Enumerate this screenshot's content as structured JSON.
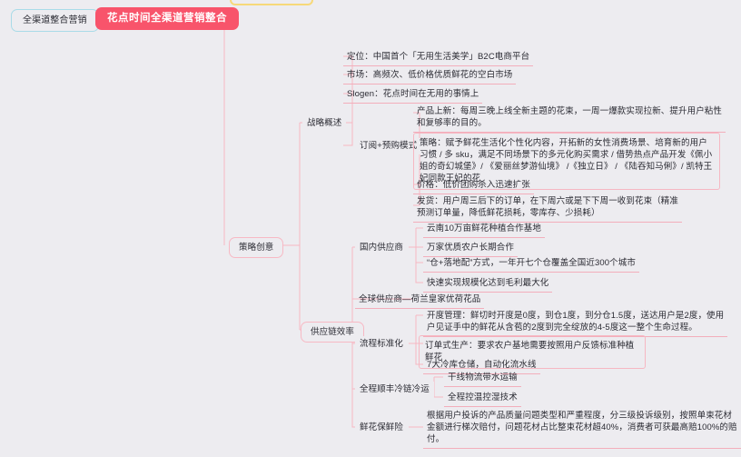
{
  "app": {
    "background_color": "#edecf0",
    "root_color": "#f8546b",
    "branch_color": "#f6b7c2",
    "blue_color": "#a9dbe8",
    "yellow_color": "#f7d97a"
  },
  "nodes": {
    "sibling_left": "全渠道整合营销",
    "root": "花点时间全渠道营销整合",
    "ghost_top": "",
    "center": "策略创意",
    "branch_strategy": "战略概述",
    "branch_supply": "供应链效率",
    "sub_subscribe": "订阅+预购模式",
    "sub_domestic_supplier": "国内供应商",
    "sub_global_supplier": "全球供应商—荷兰皇家优荷花品",
    "sub_process": "流程标准化",
    "sub_cold_chain": "全程顺丰冷链冷运",
    "sub_insurance": "鲜花保鲜险"
  },
  "strategy_leaves": [
    "定位：中国首个「无用生活美学」B2C电商平台",
    "市场：高频次、低价格优质鲜花的空白市场",
    "Slogen：花点时间在无用的事情上"
  ],
  "subscribe_leaves": [
    "产品上新：每周三晚上线全新主题的花束，一周一爆款实现拉新、提升用户粘性\n和复够率的目的。",
    "策略：赋予鲜花生活化个性化内容，开拓新的女性消费场景、培育新的用户习惯 / 多\nsku，满足不同场景下的多元化购买需求 / 借势热点产品开发《佩小姐的奇幻城堡》/\n《爱丽丝梦游仙境》 /《独立日》 / 《陆吞知马俐》/ 凯特王妃同款王妃的花",
    "价格：低价团购杀入迅速扩张",
    "发货：用户周三后下的订单，在下周六或是下下周一收到花束（精准\n预测订单量，降低鲜花损耗，零库存、少损耗）"
  ],
  "domestic_leaves": [
    "云南10万亩鲜花种植合作基地",
    "万家优质农户长期合作",
    "“仓+落地配”方式，一年开七个仓覆盖全国近300个城市",
    "快速实现规模化达到毛利最大化"
  ],
  "process_leaves": [
    "开度管理：鲜切时开度是0度，到仓1度，到分仓1.5度，送达用户是2度，使用\n户见证手中的鲜花从含苞的2度到完全绽放的4-5度这一整个生命过程。",
    "订单式生产：要求农户基地需要按照用户反馈标准种植鲜花",
    "7大冷库仓储，自动化流水线"
  ],
  "cold_chain_leaves": [
    "干线物流带水运输",
    "全程控温控湿技术"
  ],
  "insurance_leaves": [
    "根据用户投诉的产品质量问题类型和严重程度，分三级投诉级别，按照单束花材\n金额进行梯次赔付，问题花材占比整束花材超40%，消费者可获最高赔100%的赔\n付。"
  ]
}
